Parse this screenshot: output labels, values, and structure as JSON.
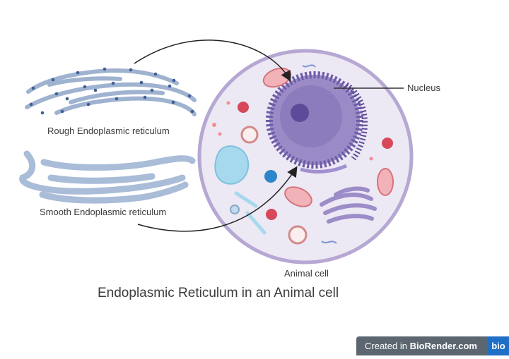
{
  "labels": {
    "rough_er": "Rough Endoplasmic reticulum",
    "smooth_er": "Smooth Endoplasmic reticulum",
    "nucleus": "Nucleus",
    "animal_cell": "Animal cell",
    "title": "Endoplasmic Reticulum in an Animal cell"
  },
  "credit": {
    "prefix": "Created in ",
    "brand": "BioRender.com",
    "logo": "bio"
  },
  "colors": {
    "er_outline": "#9fb3d0",
    "ribosome": "#3f5f95",
    "cell_fill": "#ece8f4",
    "cell_border": "#b6a7d3",
    "nucleus": "#7a67b0",
    "mitochondria": "#e48f98",
    "vacuole": "#a6d9ee",
    "arrow": "#222222"
  }
}
